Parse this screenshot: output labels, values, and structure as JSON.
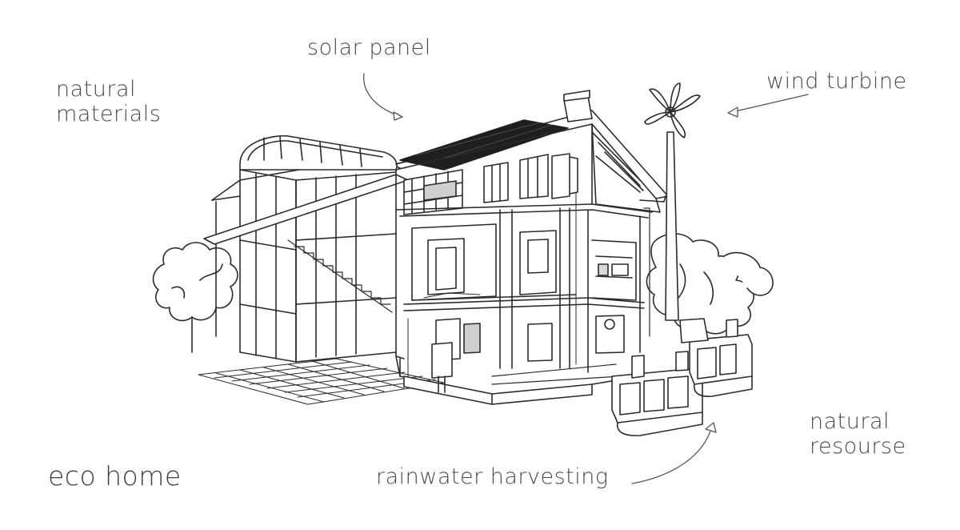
{
  "labels": {
    "natural_materials": [
      "natural",
      "materials"
    ],
    "solar_panel": "solar panel",
    "wind_turbine": "wind turbine",
    "natural_resource": [
      "natural",
      "resourse"
    ],
    "rainwater_harvesting": "rainwater harvesting",
    "title": "eco home"
  },
  "colors": {
    "line": "#2b2b2b",
    "text": "#4a4a4a",
    "solar": "#1f1f1f",
    "fill": "#ffffff",
    "shade": "#d9d9d9"
  }
}
